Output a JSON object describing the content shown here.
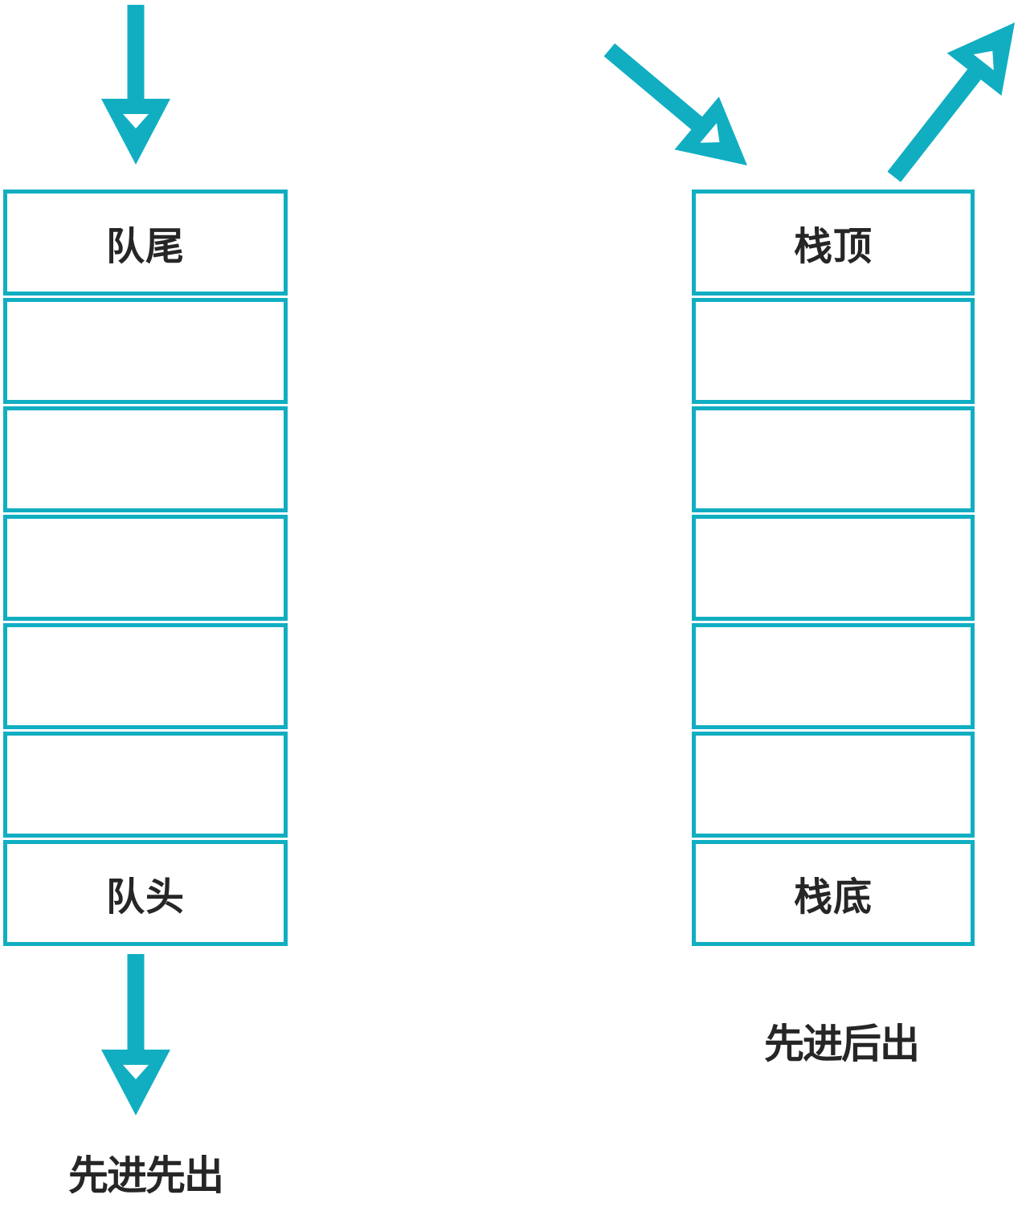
{
  "colors": {
    "accent": "#11aec2",
    "ink": "#262626",
    "background": "#ffffff"
  },
  "queue": {
    "cells": [
      "队尾",
      "",
      "",
      "",
      "",
      "",
      "队头"
    ],
    "caption": "先进先出"
  },
  "stack": {
    "cells": [
      "栈顶",
      "",
      "",
      "",
      "",
      "",
      "栈底"
    ],
    "caption": "先进后出"
  },
  "icons": {
    "enqueue": "arrow-down-icon",
    "dequeue": "arrow-down-icon",
    "push": "arrow-down-right-icon",
    "pop": "arrow-up-right-icon"
  }
}
